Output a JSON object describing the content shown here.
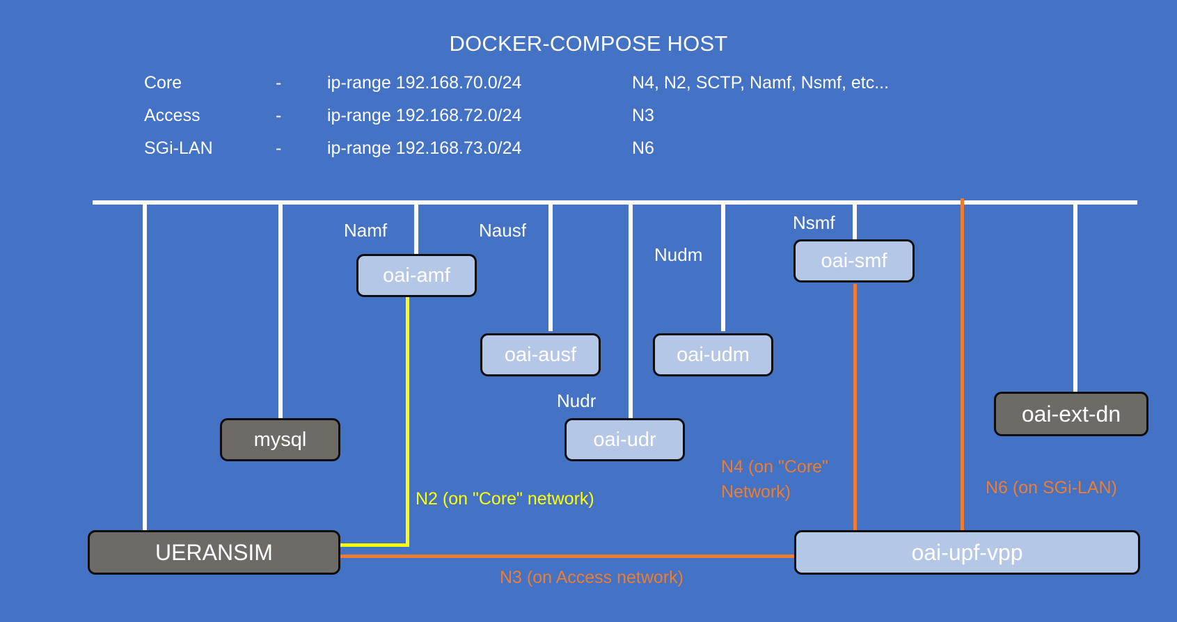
{
  "header": {
    "title": "DOCKER-COMPOSE HOST",
    "networks": [
      {
        "name": "Core",
        "dash": "-",
        "range": "ip-range 192.168.70.0/24",
        "interfaces": "N4, N2, SCTP, Namf, Nsmf, etc..."
      },
      {
        "name": "Access",
        "dash": "-",
        "range": "ip-range 192.168.72.0/24",
        "interfaces": "N3"
      },
      {
        "name": "SGi-LAN",
        "dash": "-",
        "range": "ip-range 192.168.73.0/24",
        "interfaces": "N6"
      }
    ]
  },
  "bus": {
    "interface_labels": [
      {
        "text": "Namf"
      },
      {
        "text": "Nausf"
      },
      {
        "text": "Nudm"
      },
      {
        "text": "Nsmf"
      },
      {
        "text": "Nudr"
      }
    ]
  },
  "nodes": [
    {
      "id": "oai-amf",
      "label": "oai-amf",
      "style": "blue"
    },
    {
      "id": "oai-ausf",
      "label": "oai-ausf",
      "style": "blue"
    },
    {
      "id": "oai-udm",
      "label": "oai-udm",
      "style": "blue"
    },
    {
      "id": "oai-smf",
      "label": "oai-smf",
      "style": "blue"
    },
    {
      "id": "oai-udr",
      "label": "oai-udr",
      "style": "blue"
    },
    {
      "id": "oai-upf-vpp",
      "label": "oai-upf-vpp",
      "style": "blue"
    },
    {
      "id": "mysql",
      "label": "mysql",
      "style": "gray"
    },
    {
      "id": "ueransim",
      "label": "UERANSIM",
      "style": "gray"
    },
    {
      "id": "oai-ext-dn",
      "label": "oai-ext-dn",
      "style": "gray"
    }
  ],
  "links": [
    {
      "id": "n2",
      "label": "N2 (on \"Core\" network)",
      "color": "#FFFF00"
    },
    {
      "id": "n4",
      "label": "N4 (on \"Core\"\nNetwork)",
      "color": "#ED7D31"
    },
    {
      "id": "n6",
      "label": "N6 (on SGi-LAN)",
      "color": "#ED7D31"
    },
    {
      "id": "n3",
      "label": "N3 (on Access network)",
      "color": "#ED7D31"
    }
  ],
  "colors": {
    "background": "#4472C4",
    "bus": "#ffffff",
    "node_blue": "#B4C7E7",
    "node_gray": "#6E6B66",
    "orange": "#ED7D31",
    "yellow": "#FFFF00"
  }
}
